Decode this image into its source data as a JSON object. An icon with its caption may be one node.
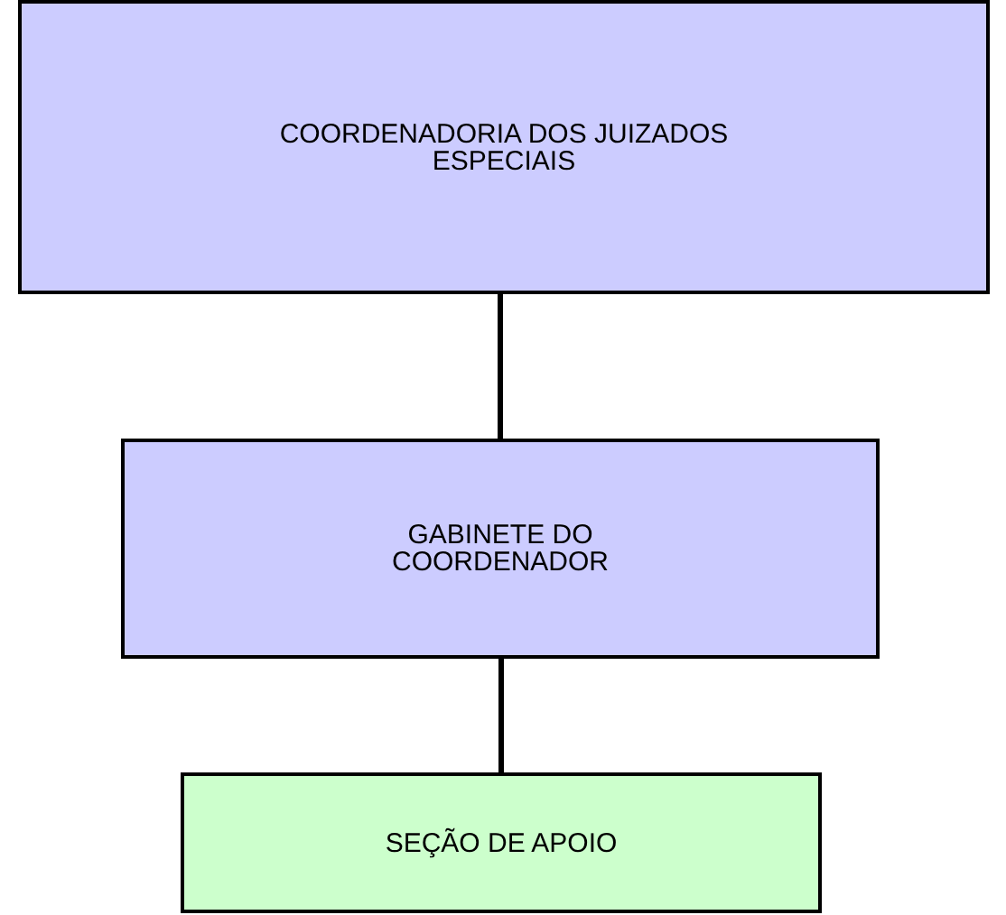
{
  "diagram": {
    "nodes": [
      {
        "text": [
          "COORDENADORIA DOS JUIZADOS ESPECIAIS"
        ]
      },
      {
        "text": [
          "GABINETE DO COORDENADOR"
        ]
      },
      {
        "text": [
          "SEÇÃO DE APOIO"
        ]
      }
    ],
    "edges": [
      {
        "from": 0,
        "to": 1,
        "arrow": "none"
      },
      {
        "from": 1,
        "to": 2,
        "arrow": "none"
      }
    ]
  }
}
